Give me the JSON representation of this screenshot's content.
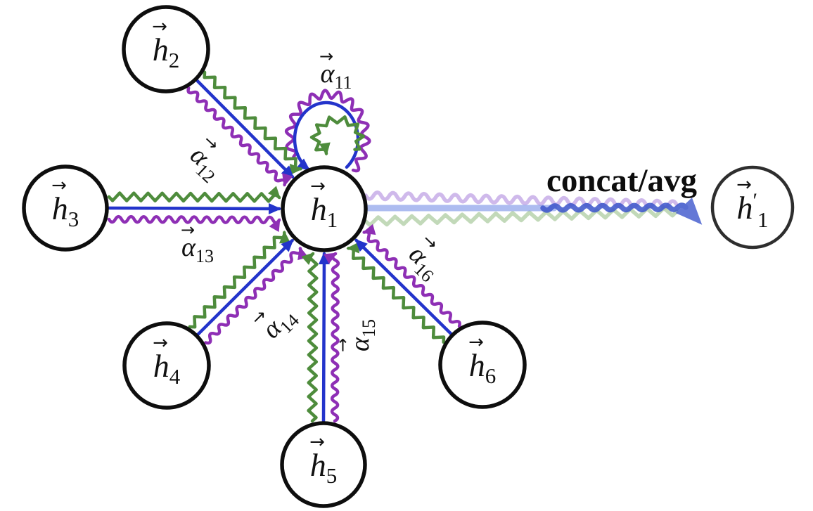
{
  "colors": {
    "edge_green": "#4e8c3c",
    "edge_blue": "#2334cb",
    "edge_purple": "#8e2fb5",
    "out_purple": "#a77fdb",
    "out_blue": "#7b93e6",
    "out_green": "#8fba80",
    "out_arrow_blue": "#4059cc",
    "node_stroke": "#0e0e0e",
    "out_node_stroke": "#2e2e2e",
    "text": "#111111"
  },
  "nodes": {
    "h1": {
      "vec": "→",
      "base": "h",
      "sub": "1"
    },
    "h2": {
      "vec": "→",
      "base": "h",
      "sub": "2"
    },
    "h3": {
      "vec": "→",
      "base": "h",
      "sub": "3"
    },
    "h4": {
      "vec": "→",
      "base": "h",
      "sub": "4"
    },
    "h5": {
      "vec": "→",
      "base": "h",
      "sub": "5"
    },
    "h6": {
      "vec": "→",
      "base": "h",
      "sub": "6"
    },
    "h1_prime": {
      "vec": "→",
      "base": "h",
      "prime": "′",
      "sub": "1"
    }
  },
  "attention_labels": {
    "a11": {
      "vec": "→",
      "base": "α",
      "sub": "11"
    },
    "a12": {
      "vec": "→",
      "base": "α",
      "sub": "12"
    },
    "a13": {
      "vec": "→",
      "base": "α",
      "sub": "13"
    },
    "a14": {
      "vec": "→",
      "base": "α",
      "sub": "14"
    },
    "a15": {
      "vec": "→",
      "base": "α",
      "sub": "15"
    },
    "a16": {
      "vec": "→",
      "base": "α",
      "sub": "16"
    }
  },
  "output": {
    "label": "concat/avg"
  }
}
